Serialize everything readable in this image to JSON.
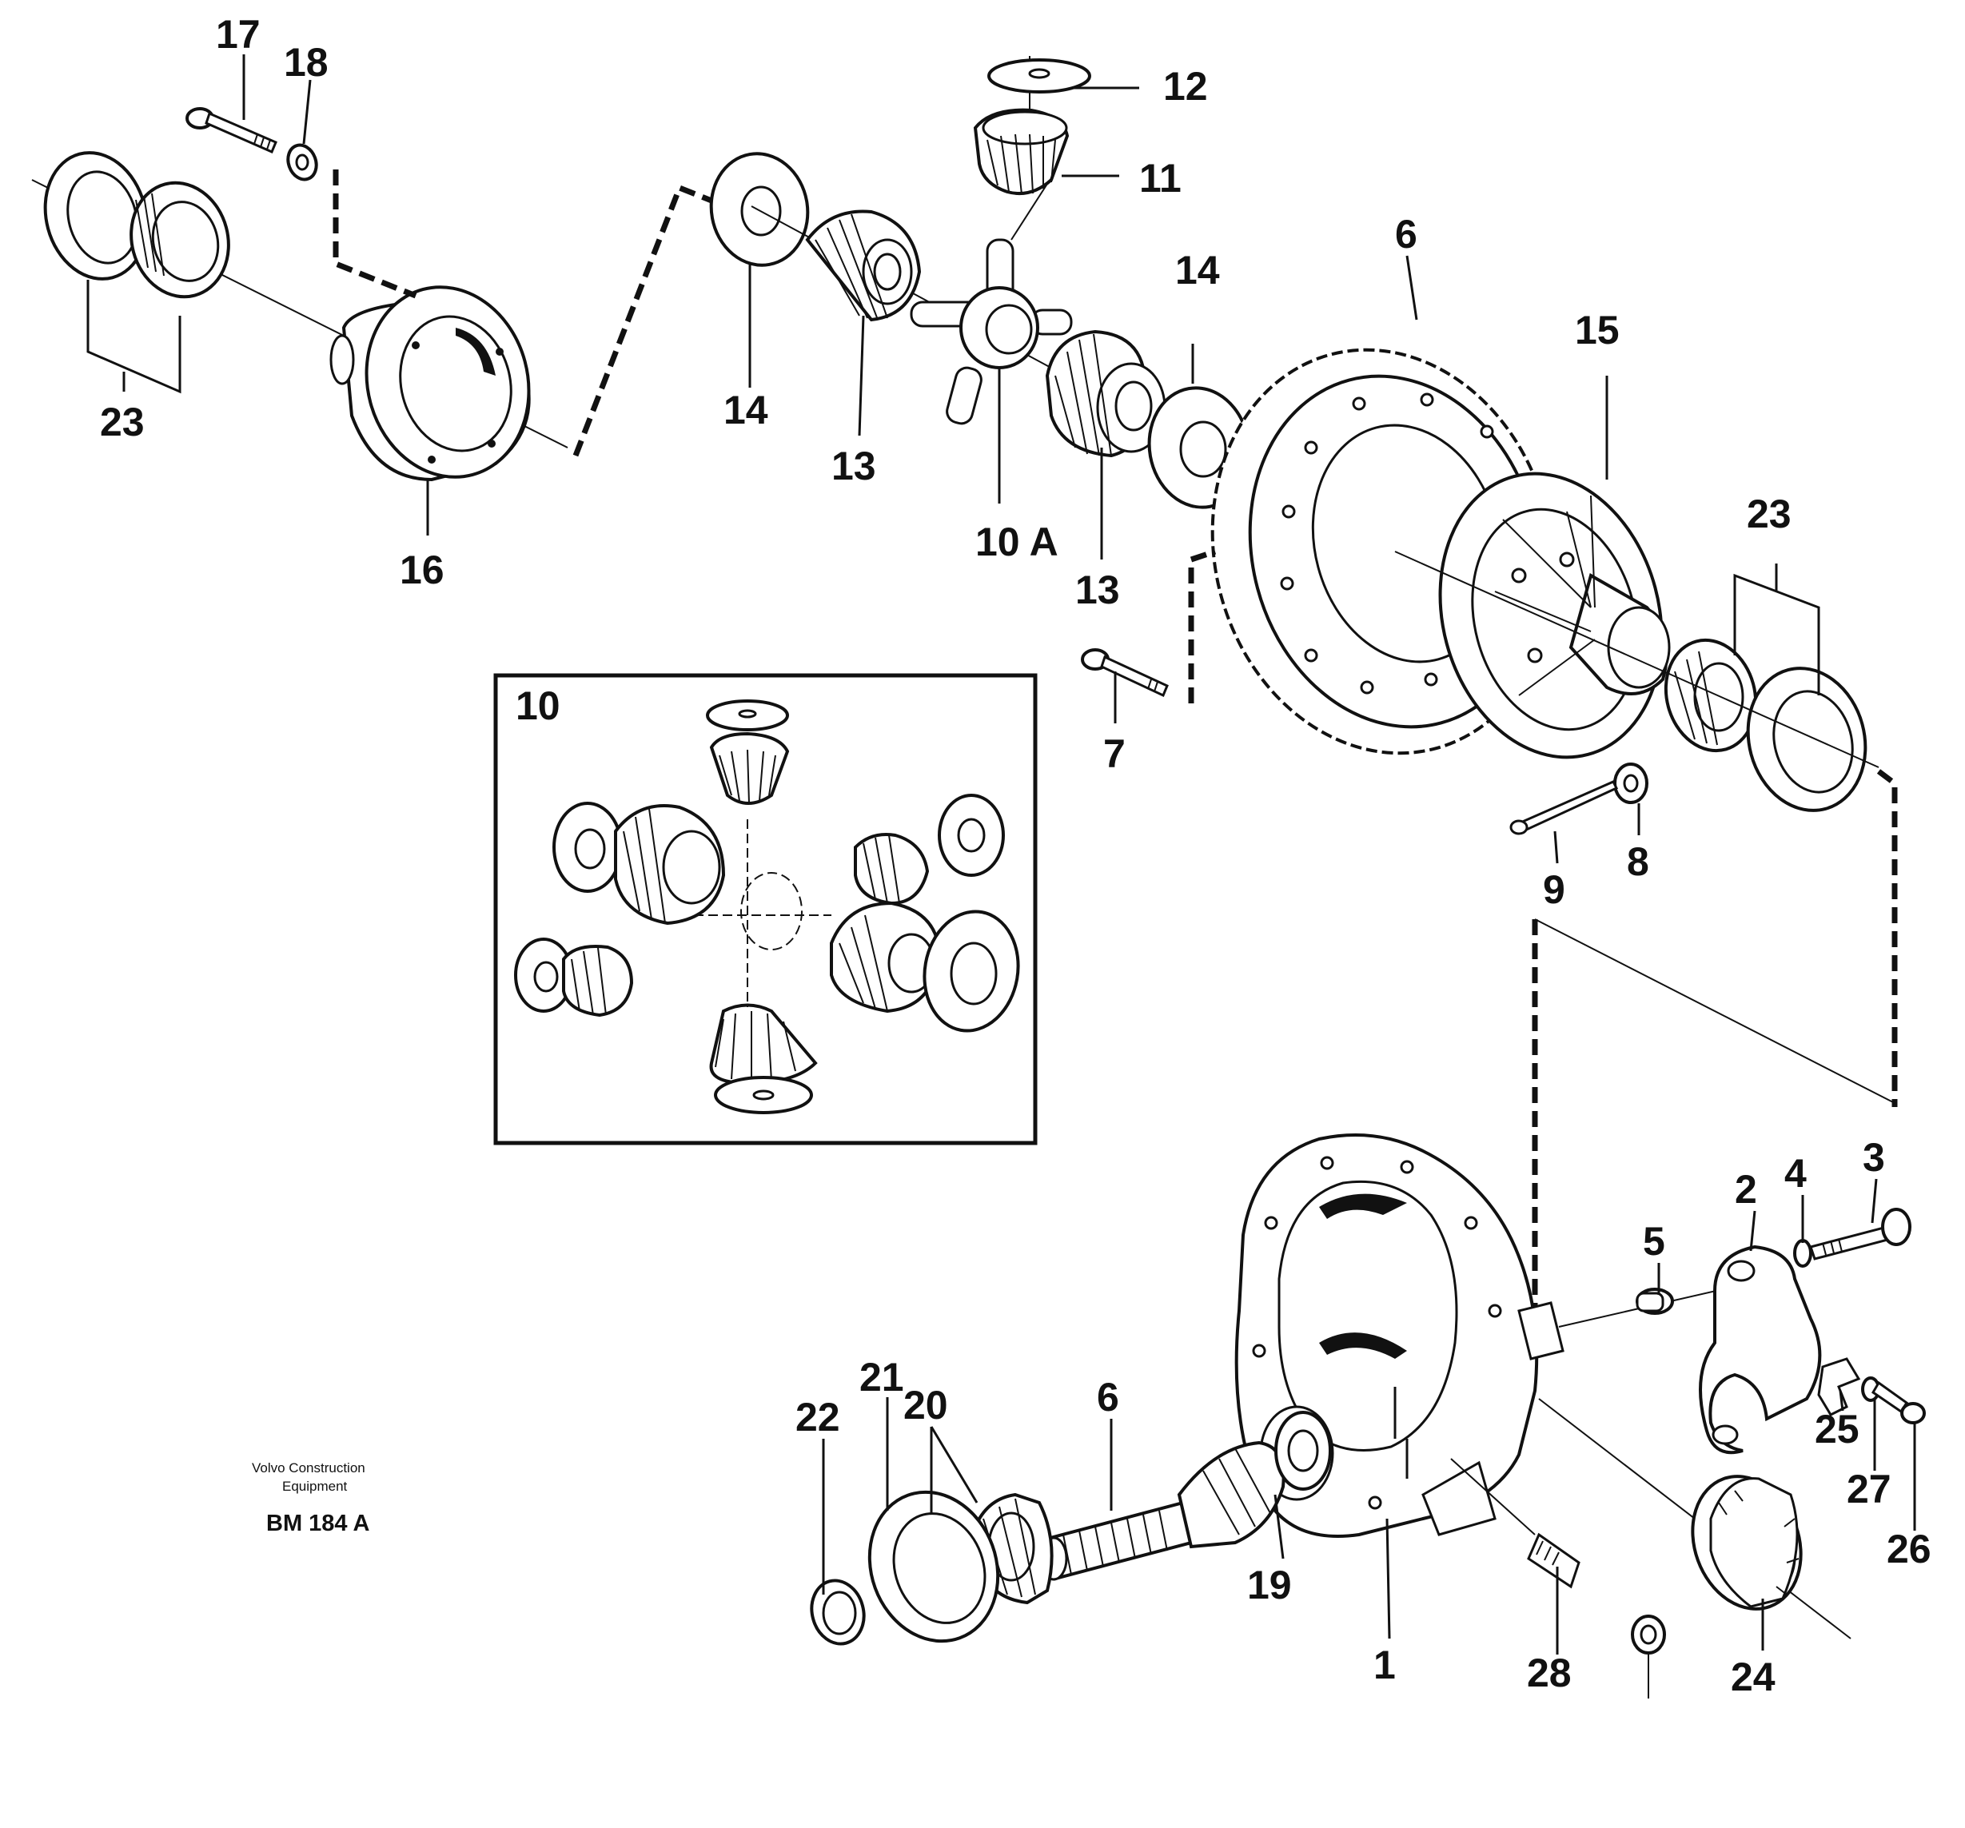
{
  "figure": {
    "company": "Volvo Construction",
    "company_line2": "Equipment",
    "code": "BM 184 A"
  },
  "callouts": {
    "c1": "1",
    "c2": "2",
    "c3": "3",
    "c4": "4",
    "c5": "5",
    "c6_top": "6",
    "c6_bottom": "6",
    "c7": "7",
    "c8": "8",
    "c9": "9",
    "c10": "10",
    "c10a": "10 A",
    "c11": "11",
    "c12": "12",
    "c13_left": "13",
    "c13_right": "13",
    "c14_left": "14",
    "c14_right": "14",
    "c15": "15",
    "c16": "16",
    "c17": "17",
    "c18": "18",
    "c19": "19",
    "c20": "20",
    "c21": "21",
    "c22": "22",
    "c23_left": "23",
    "c23_right": "23",
    "c24": "24",
    "c25": "25",
    "c26": "26",
    "c27": "27",
    "c28": "28"
  }
}
